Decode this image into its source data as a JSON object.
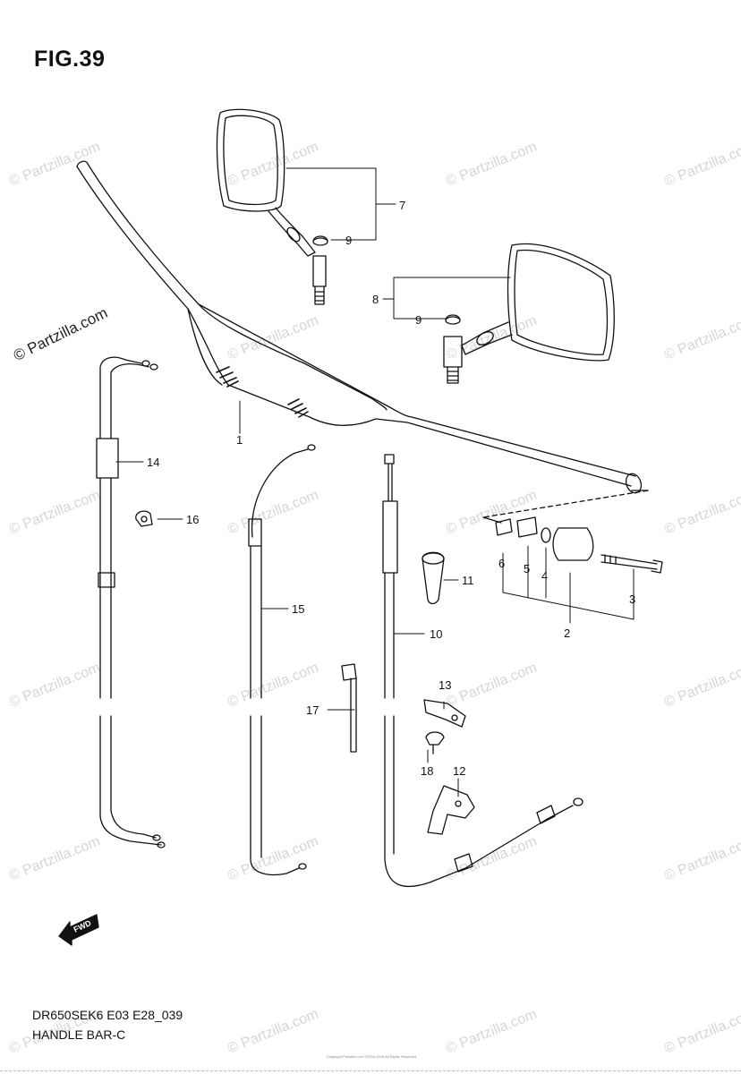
{
  "figure": {
    "title": "FIG.39",
    "model_code": "DR650SEK6 E03 E28_039",
    "section_name": "HANDLE BAR-C",
    "copyright_notice": "Copyright\nPartzilla.com ©2004-2016 All Rights Reserved"
  },
  "watermark": {
    "text": "© Partzilla.com"
  },
  "callouts": {
    "c1": "1",
    "c2": "2",
    "c3": "3",
    "c4": "4",
    "c5": "5",
    "c6": "6",
    "c7": "7",
    "c8": "8",
    "c9a": "9",
    "c9b": "9",
    "c10": "10",
    "c11": "11",
    "c12": "12",
    "c13": "13",
    "c14": "14",
    "c15": "15",
    "c16": "16",
    "c17": "17",
    "c18": "18"
  },
  "forward_arrow": {
    "label": "FWD"
  }
}
